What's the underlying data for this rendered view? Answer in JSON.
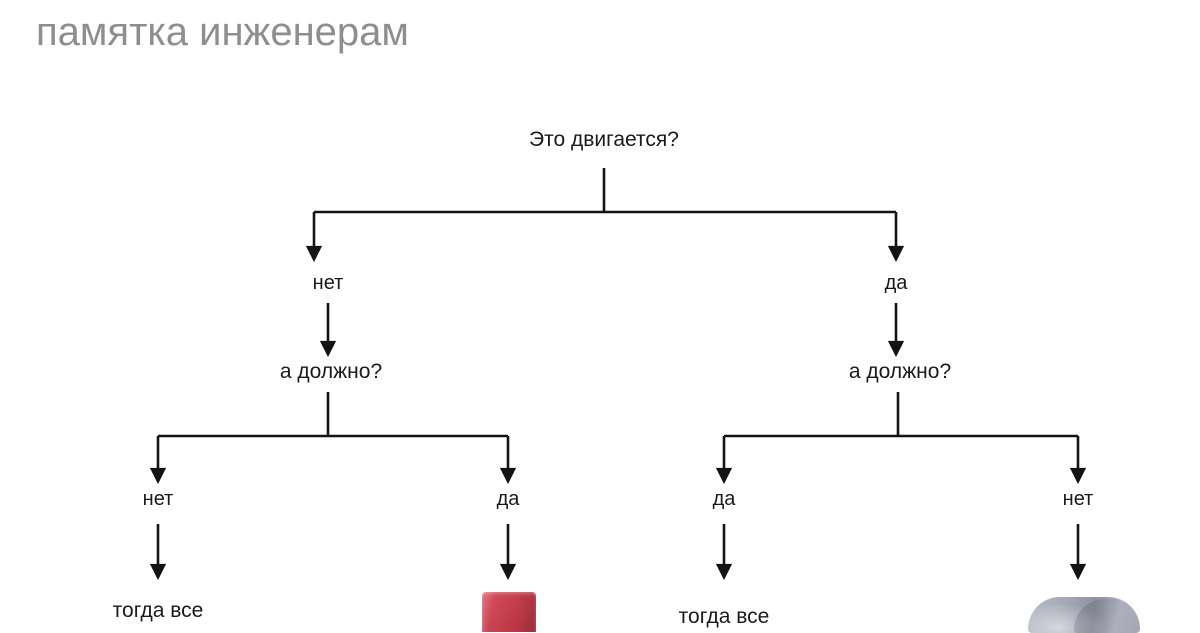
{
  "page": {
    "title": "памятка инженерам",
    "background_color": "#ffffff",
    "title_color": "#8e8e8e",
    "line_color": "#141414",
    "text_color": "#1a1a1a"
  },
  "flowchart": {
    "root": {
      "question": "Это двигается?"
    },
    "level1": {
      "left_label": "нет",
      "right_label": "да"
    },
    "level2": {
      "left_question": "а должно?",
      "right_question": "а должно?"
    },
    "level3": {
      "left_left_label": "нет",
      "left_right_label": "да",
      "right_left_label": "да",
      "right_right_label": "нет"
    },
    "leaves": {
      "leaf_1": "тогда все",
      "leaf_2": "",
      "leaf_3": "тогда все",
      "leaf_4": ""
    },
    "objects": {
      "red_tape": "red-duct-tape-roll",
      "grey_tape": "grey-duct-tape-roll"
    }
  }
}
